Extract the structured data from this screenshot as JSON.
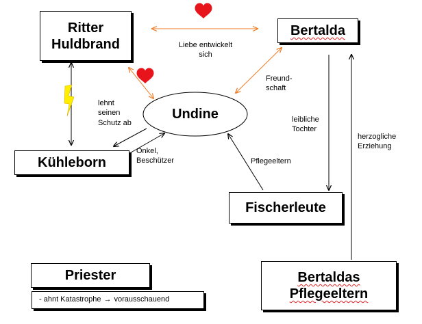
{
  "nodes": {
    "ritter": "Ritter\nHuldbrand",
    "bertalda": "Bertalda",
    "undine": "Undine",
    "kuehleborn": "Kühleborn",
    "fischerleute": "Fischerleute",
    "priester": "Priester",
    "priester_note": "- ahnt Katastrophe",
    "priester_note2": "vorausschauend",
    "bertaldas_pflegeeltern": "Bertaldas\nPflegeeltern"
  },
  "edges": {
    "liebe": "Liebe entwickelt\nsich",
    "freundschaft": "Freund-\nschaft",
    "lehnt": "lehnt\nseinen\nSchutz ab",
    "onkel": "Onkel,\nBeschützer",
    "leibliche": "leibliche\nTochter",
    "pflegeeltern": "Pflegeeltern",
    "erziehung": "herzogliche\nErziehung"
  },
  "colors": {
    "orange": "#f07820",
    "heart": "#e8141c",
    "line": "#000000"
  },
  "icons": [
    "heart-icon",
    "heart-icon",
    "lightning-icon",
    "right-arrow-icon"
  ]
}
